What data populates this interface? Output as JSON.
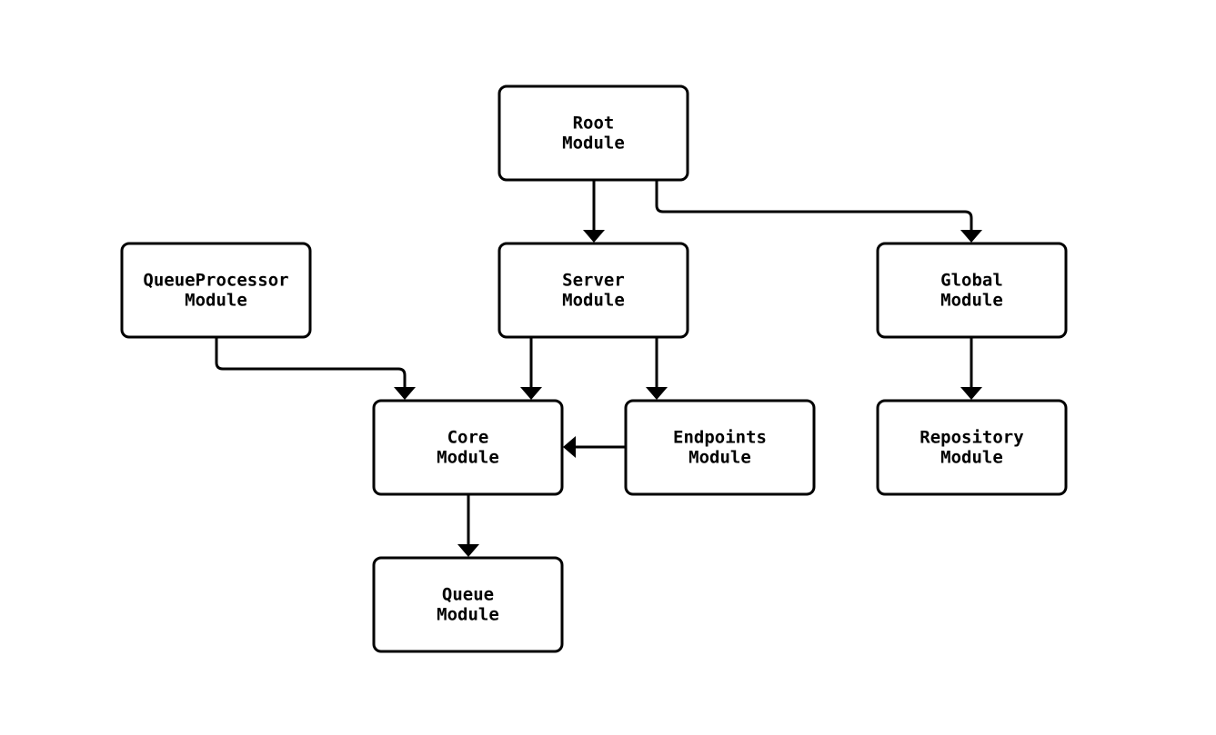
{
  "nodes": [
    {
      "id": "root",
      "lines": [
        "Root",
        "Module"
      ]
    },
    {
      "id": "queueprocessor",
      "lines": [
        "QueueProcessor",
        "Module"
      ]
    },
    {
      "id": "server",
      "lines": [
        "Server",
        "Module"
      ]
    },
    {
      "id": "global",
      "lines": [
        "Global",
        "Module"
      ]
    },
    {
      "id": "core",
      "lines": [
        "Core",
        "Module"
      ]
    },
    {
      "id": "endpoints",
      "lines": [
        "Endpoints",
        "Module"
      ]
    },
    {
      "id": "repository",
      "lines": [
        "Repository",
        "Module"
      ]
    },
    {
      "id": "queue",
      "lines": [
        "Queue",
        "Module"
      ]
    }
  ],
  "edges": [
    {
      "from": "root",
      "to": "server"
    },
    {
      "from": "root",
      "to": "global"
    },
    {
      "from": "queueprocessor",
      "to": "core"
    },
    {
      "from": "server",
      "to": "core"
    },
    {
      "from": "server",
      "to": "endpoints"
    },
    {
      "from": "global",
      "to": "repository"
    },
    {
      "from": "endpoints",
      "to": "core"
    },
    {
      "from": "core",
      "to": "queue"
    }
  ]
}
